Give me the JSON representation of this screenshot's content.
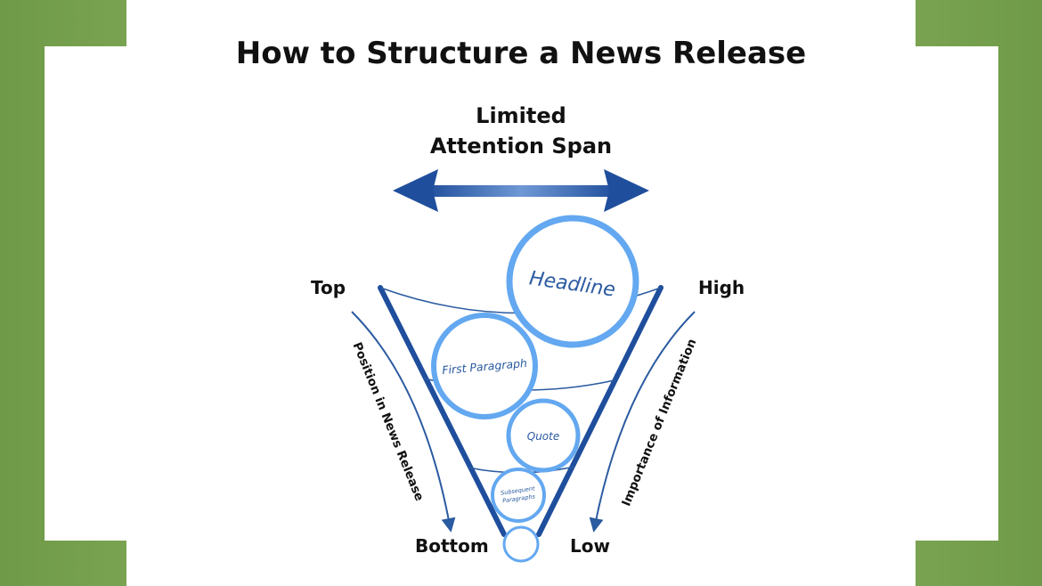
{
  "title": "How to Structure a News Release",
  "attention_line1": "Limited",
  "attention_line2": "Attention Span",
  "top_label": "Top",
  "bottom_label": "Bottom",
  "high_label": "High",
  "low_label": "Low",
  "position_axis_label": "Position in News Release",
  "importance_axis_label": "Importance of Information",
  "circles": {
    "headline": "Headline",
    "first_paragraph": "First Paragraph",
    "quote": "Quote",
    "subsequent_line1": "Subsequent",
    "subsequent_line2": "Paragraphs"
  },
  "colors": {
    "frame_green": "#74a04c",
    "funnel_blue": "#1f4e9c",
    "circle_blue": "#63a8f0",
    "text_blue": "#2a5aa0"
  }
}
